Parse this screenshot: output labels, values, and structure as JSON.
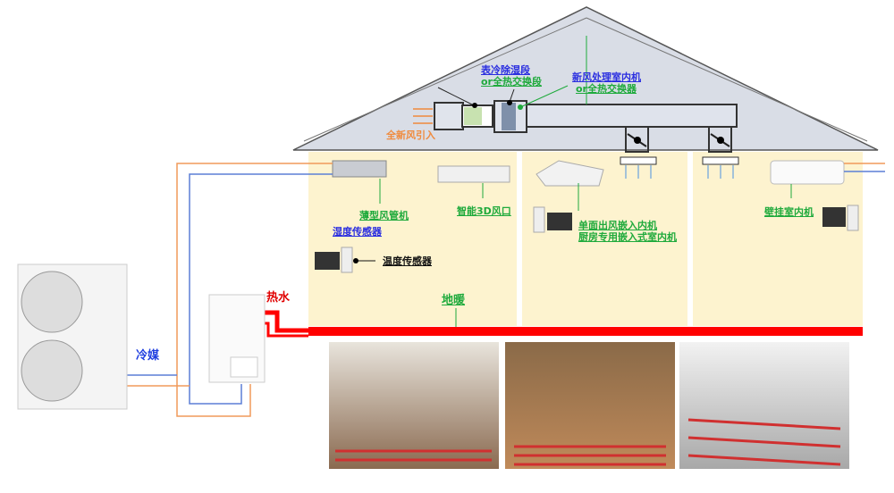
{
  "labels": {
    "fresh_air_intake": "全新风引入",
    "cooling_dehumid_1": "表冷除湿段",
    "cooling_dehumid_2": "or全热交换段",
    "fresh_air_unit_1": "新风处理室内机",
    "fresh_air_unit_2": "or全热交换器",
    "slim_duct": "薄型风管机",
    "humidity_sensor": "湿度传感器",
    "temperature_sensor": "温度传感器",
    "smart_vent": "智能3D风口",
    "cassette_1": "单面出风嵌入内机",
    "cassette_2": "厨房专用嵌入式室内机",
    "wall_unit": "壁挂室内机",
    "floor_heating": "地暖",
    "hot_water": "热水",
    "refrigerant": "冷媒"
  },
  "colors": {
    "refrigerant_line": "#5b7fd6",
    "hot_line": "#f09a5a",
    "floor_pipe": "#ff0000",
    "room": "#fdf3cf",
    "roof": "#d9dde6"
  }
}
